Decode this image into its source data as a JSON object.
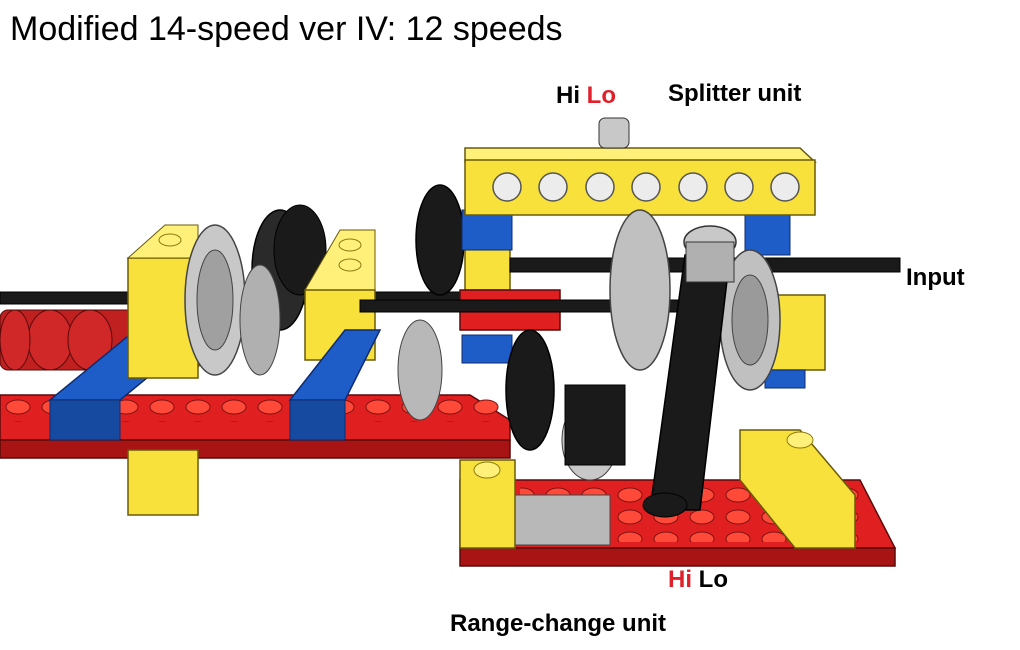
{
  "title": "Modified 14-speed ver IV: 12 speeds",
  "splitter": {
    "hi": "Hi",
    "lo": "Lo",
    "label": "Splitter unit"
  },
  "input_label": "Input",
  "range": {
    "hi": "Hi",
    "lo": "Lo",
    "label": "Range-change unit"
  },
  "colors": {
    "yellow": "#f7e13a",
    "red": "#e02020",
    "blue": "#1e5cc8",
    "gray": "#b8b8b8",
    "black": "#1a1a1a",
    "label_red": "#e0202a"
  }
}
